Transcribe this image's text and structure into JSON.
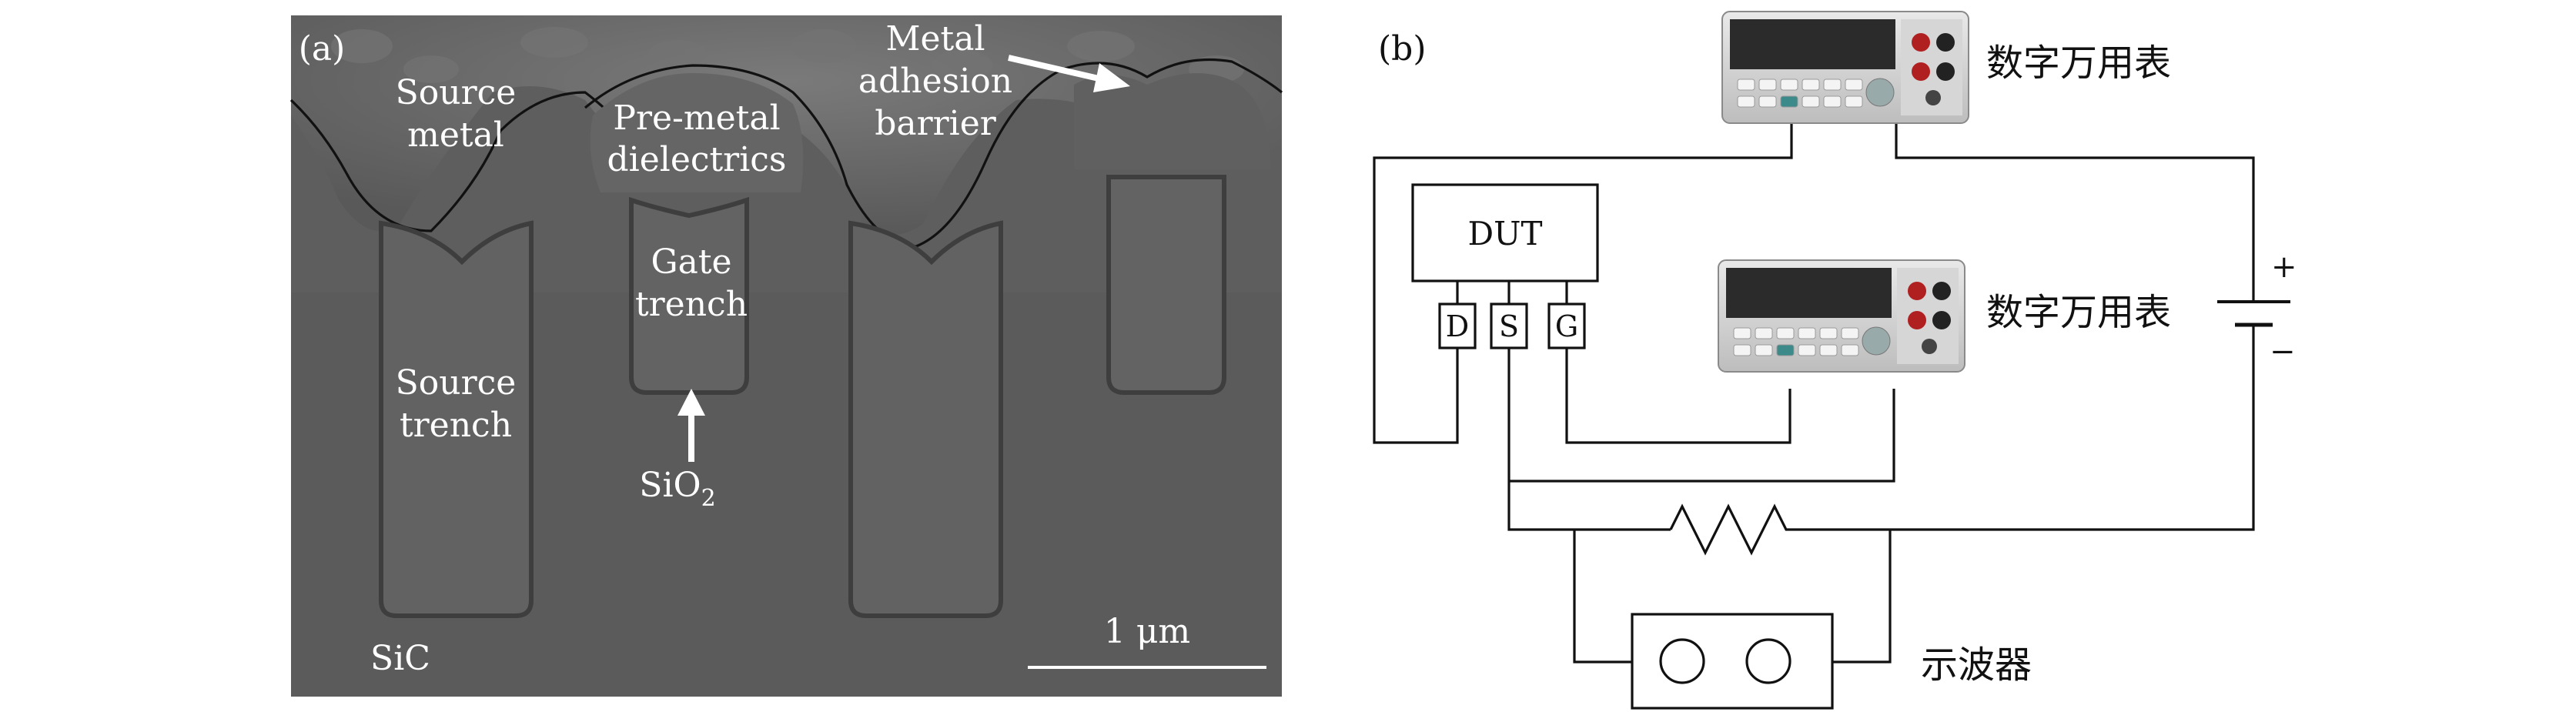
{
  "panel_a": {
    "panel_label": "(a)",
    "labels": {
      "source_metal_1": "Source",
      "source_metal_2": "metal",
      "pre_metal_1": "Pre-metal",
      "pre_metal_2": "dielectrics",
      "barrier_1": "Metal",
      "barrier_2": "adhesion",
      "barrier_3": "barrier",
      "gate_1": "Gate",
      "gate_2": "trench",
      "source_trench_1": "Source",
      "source_trench_2": "trench",
      "sio2": "SiO",
      "sio2_sub": "2",
      "sic": "SiC",
      "scale_bar": "1 μm"
    },
    "colors": {
      "background": "#5a5a5a",
      "metal": "#6b6b6b",
      "barrier": "#c8c8c8",
      "text": "#ffffff"
    }
  },
  "panel_b": {
    "panel_label": "(b)",
    "dut_label": "DUT",
    "pins": {
      "drain": "D",
      "source": "S",
      "gate": "G"
    },
    "meter_top_label": "数字万用表",
    "meter_mid_label": "数字万用表",
    "scope_label": "示波器",
    "battery_plus": "+",
    "battery_minus": "−",
    "icons": [
      "multimeter-icon",
      "oscilloscope-icon",
      "battery-icon",
      "resistor-icon"
    ]
  }
}
